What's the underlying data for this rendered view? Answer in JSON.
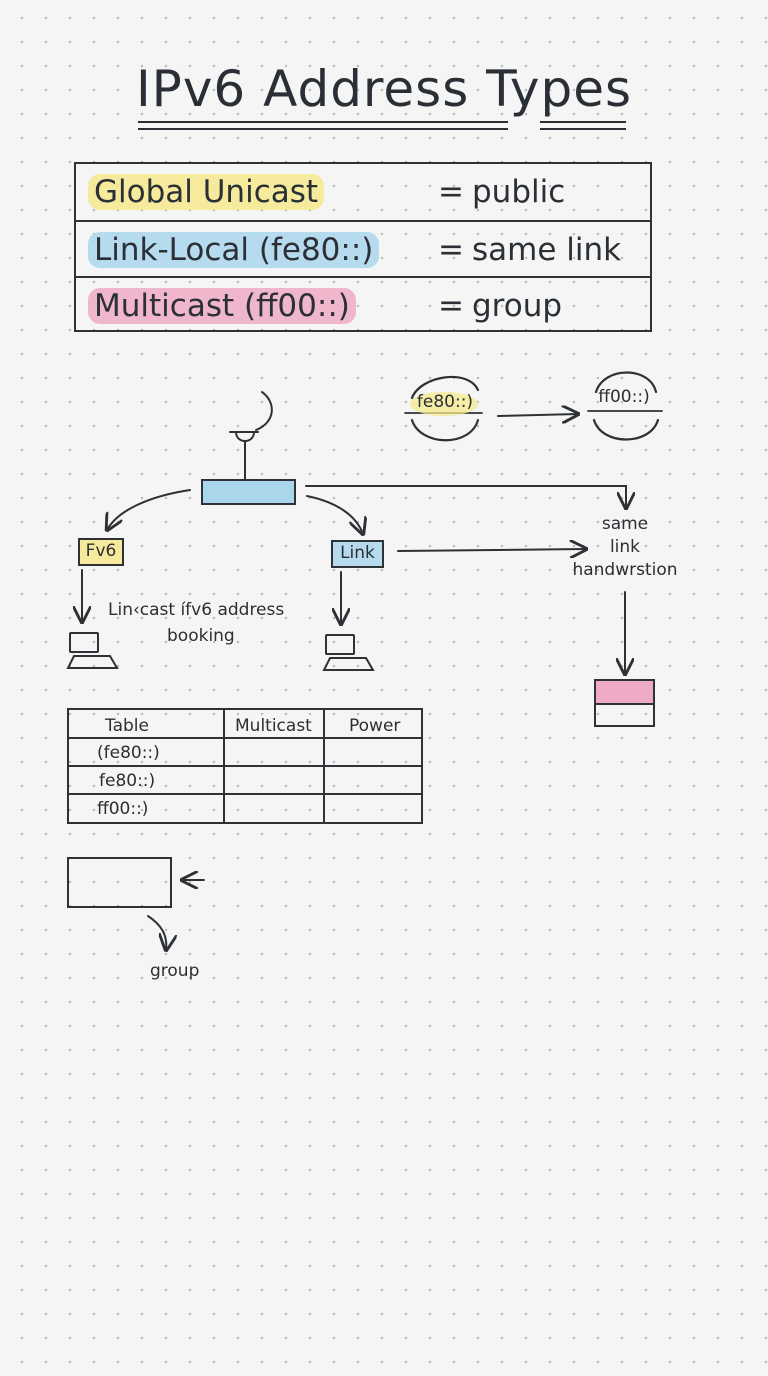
{
  "title": "IPv6 Address Types",
  "legend": [
    {
      "term": "Global Unicast",
      "eq": "=",
      "meaning": "public",
      "highlight": "#f6e88c"
    },
    {
      "term": "Link-Local (fe80::)",
      "eq": "=",
      "meaning": "same link",
      "highlight": "#aad6ec"
    },
    {
      "term": "Multicast (ff00::)",
      "eq": "=",
      "meaning": "group",
      "highlight": "#eeaac4"
    }
  ],
  "diagram": {
    "node_fv6": "Fv6",
    "node_link": "Link",
    "note_linkcast": "Lin‹cast ífv6 address",
    "note_booking": "booking",
    "same_link": [
      "same",
      "link",
      "handwrstion"
    ],
    "circle_fe80": "fe80::)",
    "circle_ff00": "ff00::)",
    "group_label": "group"
  },
  "table": {
    "headers": [
      "Table",
      "Multicast",
      "Power"
    ],
    "rows": [
      [
        "(fe80::)",
        "",
        ""
      ],
      [
        "fe80::)",
        "",
        ""
      ],
      [
        "ff00::)",
        "",
        ""
      ]
    ]
  },
  "colors": {
    "ink": "#2e3236",
    "yellow": "#f6e88c",
    "blue": "#aad6ec",
    "pink": "#eeaac4"
  }
}
